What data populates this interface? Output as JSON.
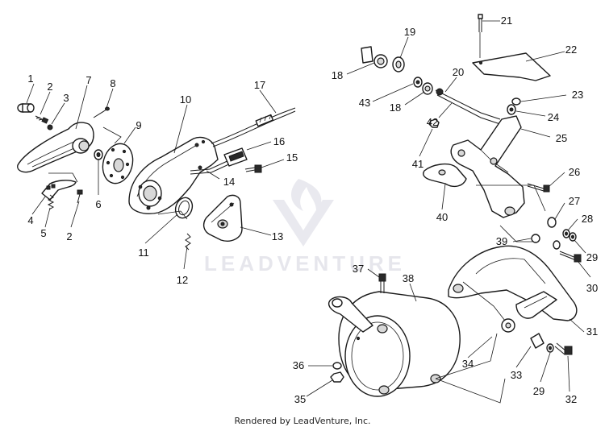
{
  "diagram": {
    "callouts": [
      "1",
      "2",
      "3",
      "7",
      "8",
      "9",
      "10",
      "17",
      "16",
      "15",
      "14",
      "6",
      "4",
      "5",
      "2",
      "11",
      "12",
      "13",
      "21",
      "22",
      "19",
      "18",
      "20",
      "43",
      "18",
      "23",
      "24",
      "42",
      "25",
      "41",
      "26",
      "40",
      "27",
      "28",
      "29",
      "39",
      "30",
      "37",
      "38",
      "36",
      "35",
      "34",
      "33",
      "29",
      "32",
      "31"
    ],
    "footer": "Rendered by LeadVenture, Inc."
  },
  "watermark": {
    "text": "LEADVENTURE"
  }
}
